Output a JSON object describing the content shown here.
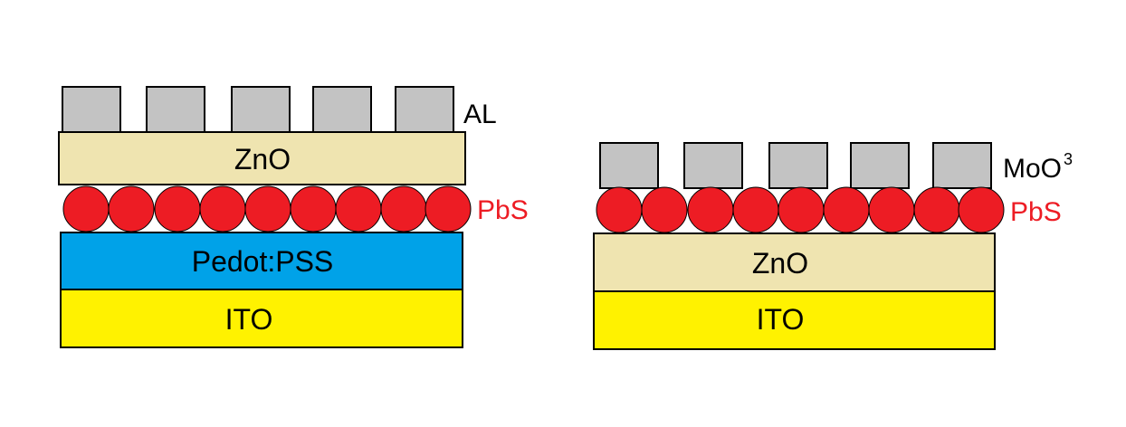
{
  "colors": {
    "electrode": "#c3c3c3",
    "zno": "#efe4b0",
    "pbs": "#ed1c24",
    "pedot": "#00a2e8",
    "ito": "#fff200",
    "outline": "#000000",
    "pbs_label": "#ed1c24"
  },
  "left_stack": {
    "electrode_label": "AL",
    "zno_label": "ZnO",
    "pbs_label": "PbS",
    "pedot_label": "Pedot:PSS",
    "ito_label": "ITO",
    "electrode_count": 5,
    "pbs_count": 9
  },
  "right_stack": {
    "electrode_label": "MoO",
    "electrode_superscript": "3",
    "pbs_label": "PbS",
    "zno_label": "ZnO",
    "ito_label": "ITO",
    "electrode_count": 5,
    "pbs_count": 9
  }
}
